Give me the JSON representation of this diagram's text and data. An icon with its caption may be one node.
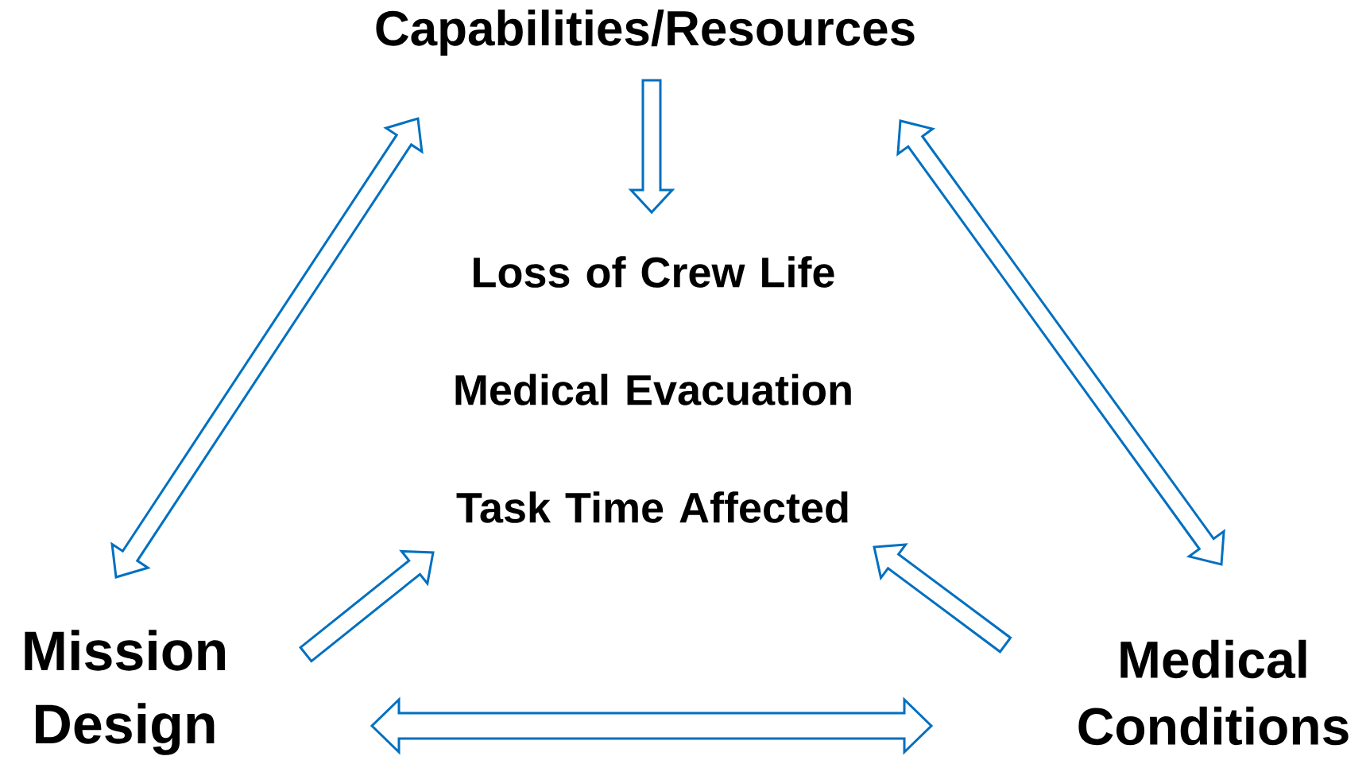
{
  "diagram": {
    "nodes": [
      {
        "text": [
          "Capabilities/Resources"
        ]
      },
      {
        "text": [
          "Loss of Crew Life",
          "Medical Evacuation",
          "Task Time Affected"
        ]
      },
      {
        "text": [
          "Mission Design"
        ]
      },
      {
        "text": [
          "Medical Conditions"
        ]
      }
    ],
    "edges": [
      {
        "from": 0,
        "to": 1,
        "arrow": "to"
      },
      {
        "from": 2,
        "to": 0,
        "arrow": "both"
      },
      {
        "from": 0,
        "to": 3,
        "arrow": "both"
      },
      {
        "from": 2,
        "to": 1,
        "arrow": "to"
      },
      {
        "from": 3,
        "to": 1,
        "arrow": "to"
      },
      {
        "from": 2,
        "to": 3,
        "arrow": "both"
      }
    ]
  }
}
